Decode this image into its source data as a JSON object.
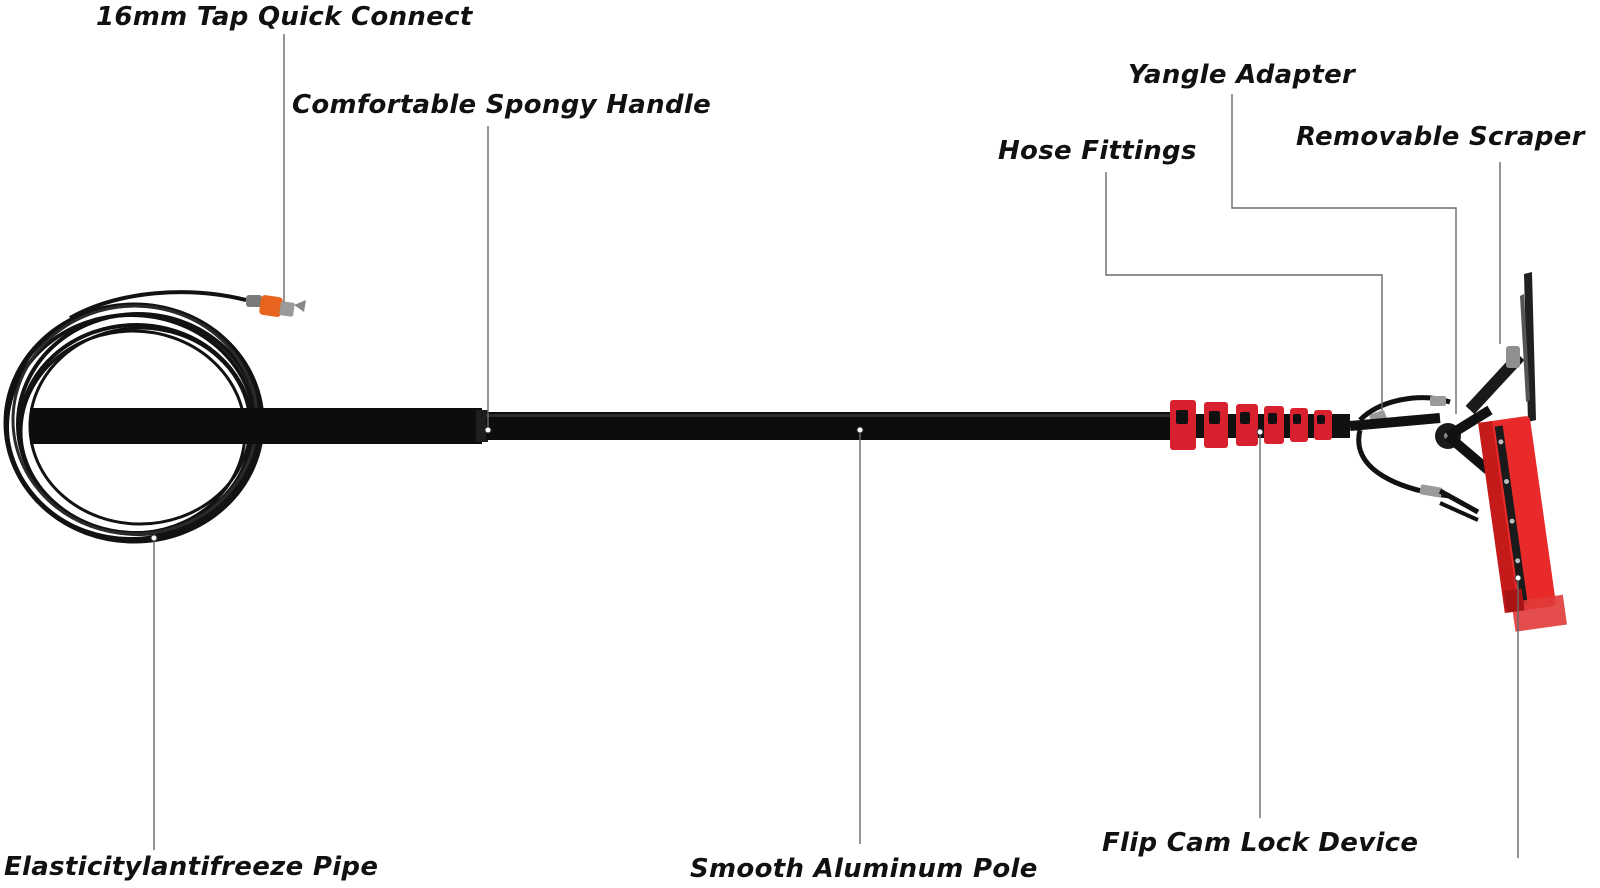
{
  "diagram": {
    "labels": {
      "quick_connect": "16mm Tap Quick Connect",
      "handle": "Comfortable Spongy Handle",
      "yangle_adapter": "Yangle Adapter",
      "hose_fittings": "Hose Fittings",
      "scraper": "Removable Scraper",
      "pipe": "Elasticitylantifreeze Pipe",
      "pole": "Smooth Aluminum Pole",
      "cam_lock": "Flip Cam Lock Device"
    },
    "colors": {
      "pole": "#0d0d0d",
      "clamp_red": "#d8202e",
      "bristle_red": "#e82a2a",
      "connector_orange": "#e8641e",
      "leader_line": "#6a6a6a",
      "background": "#ffffff"
    },
    "clamp_count": 6
  }
}
